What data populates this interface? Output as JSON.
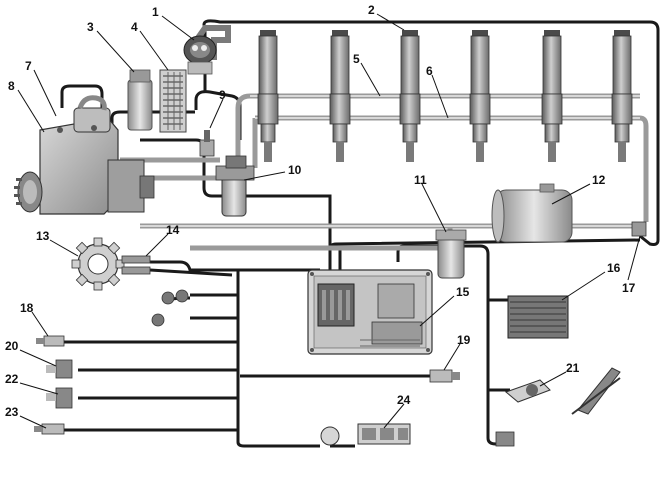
{
  "labels": {
    "l1": "1",
    "l2": "2",
    "l3": "3",
    "l4": "4",
    "l5": "5",
    "l6": "6",
    "l7": "7",
    "l8": "8",
    "l9": "9",
    "l10": "10",
    "l11": "11",
    "l12": "12",
    "l13": "13",
    "l14": "14",
    "l15": "15",
    "l16": "16",
    "l17": "17",
    "l18": "18",
    "l19": "19",
    "l20": "20",
    "l21": "21",
    "l22": "22",
    "l23": "23",
    "l24": "24"
  },
  "colors": {
    "wire": "#1a1a1a",
    "fuel_line": "#9a9a9a",
    "component_dark": "#6b6b6b",
    "component_mid": "#a8a8a8",
    "component_light": "#d4d4d4",
    "background": "#ffffff"
  }
}
